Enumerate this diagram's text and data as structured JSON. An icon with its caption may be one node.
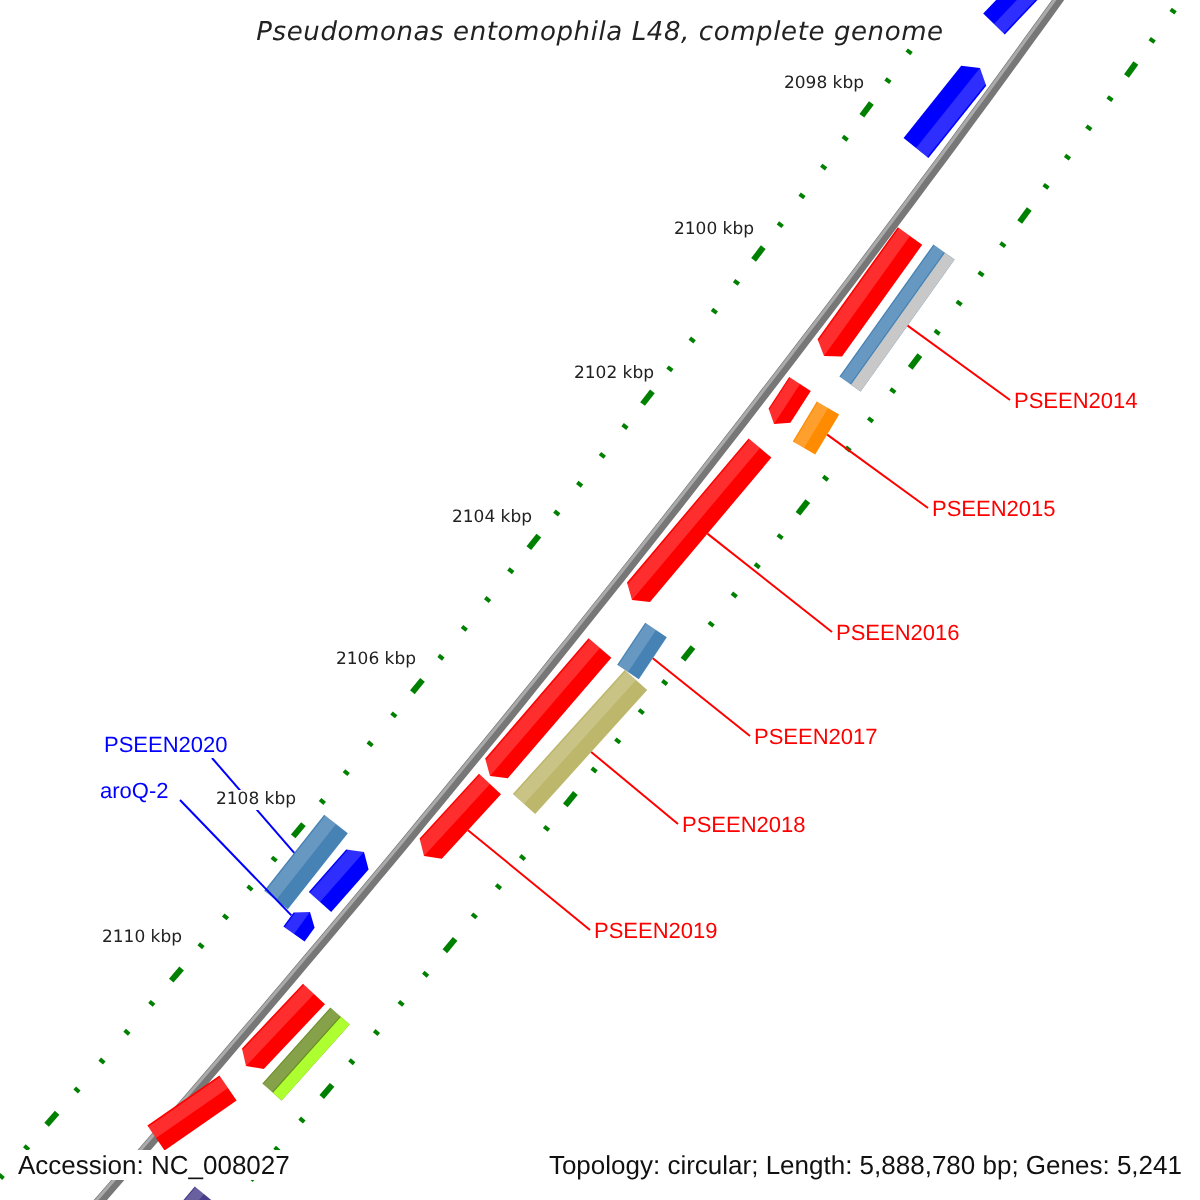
{
  "diagram": {
    "title": "Pseudomonas entomophila L48, complete genome",
    "nodes": [
      {
        "text": [
          "PSEEN2014"
        ]
      },
      {
        "text": [
          "PSEEN2015"
        ]
      },
      {
        "text": [
          "PSEEN2016"
        ]
      },
      {
        "text": [
          "PSEEN2017"
        ]
      },
      {
        "text": [
          "PSEEN2020"
        ]
      },
      {
        "text": [
          "aroQ-2"
        ]
      },
      {
        "text": [
          "PSEEN2018"
        ]
      },
      {
        "text": [
          "PSEEN2019"
        ]
      },
      {
        "text": [],
        "shape": "bar"
      },
      {
        "text": [],
        "shape": "bar"
      },
      {
        "text": [],
        "shape": "bar"
      },
      {
        "text": [],
        "shape": "bar"
      },
      {
        "text": [],
        "shape": "bar"
      },
      {
        "text": [],
        "shape": "bar"
      },
      {
        "text": [],
        "shape": "bar"
      },
      {
        "text": [],
        "shape": "bar"
      },
      {
        "text": [],
        "shape": "bar"
      },
      {
        "text": [],
        "shape": "bar"
      },
      {
        "text": [],
        "shape": "bar"
      },
      {
        "text": [],
        "shape": "bar"
      },
      {
        "text": [],
        "shape": "bar"
      },
      {
        "text": [],
        "shape": "bar"
      },
      {
        "text": [],
        "shape": "bar"
      },
      {
        "text": [],
        "shape": "bar"
      },
      {
        "text": [],
        "shape": "bar"
      },
      {
        "text": [],
        "shape": "bar"
      }
    ],
    "edges": [
      {
        "from": 0,
        "to": 11,
        "arrow": "none"
      },
      {
        "from": 1,
        "to": 13,
        "arrow": "none"
      },
      {
        "from": 2,
        "to": 14,
        "arrow": "none"
      },
      {
        "from": 3,
        "to": 15,
        "arrow": "none"
      },
      {
        "from": 4,
        "to": 19,
        "arrow": "none",
        "color": "#0000ff"
      },
      {
        "from": 5,
        "to": 21,
        "arrow": "none",
        "color": "#0000ff"
      },
      {
        "from": 6,
        "to": 17,
        "arrow": "none"
      },
      {
        "from": 7,
        "to": 18,
        "arrow": "none"
      }
    ],
    "labels": [
      "2098 kbp",
      "2100 kbp",
      "2102 kbp",
      "2104 kbp",
      "2106 kbp",
      "2108 kbp",
      "2110 kbp",
      "Accession: NC_008027",
      "Topology: circular; Length: 5,888,780 bp; Genes: 5,241"
    ]
  }
}
